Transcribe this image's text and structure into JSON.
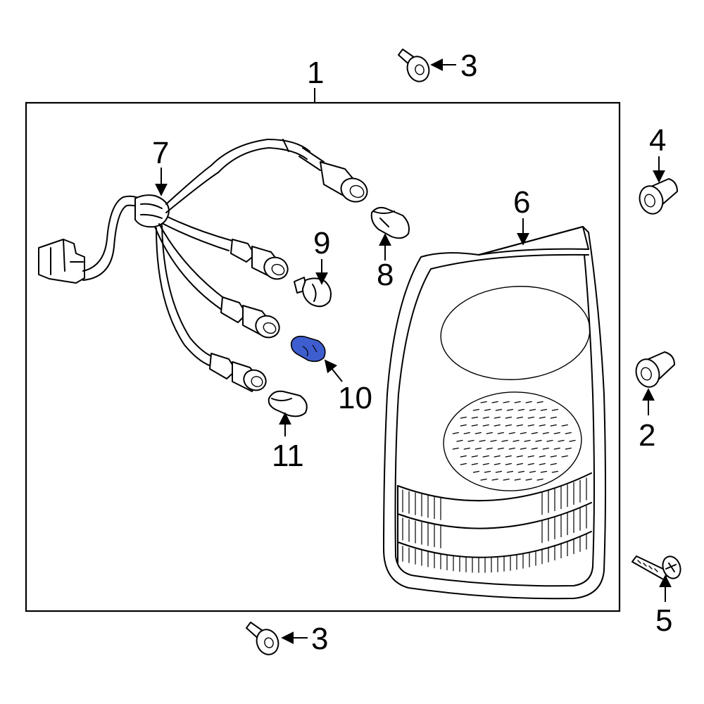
{
  "callouts": {
    "c1": "1",
    "c2": "2",
    "c3_top": "3",
    "c3_bottom": "3",
    "c4": "4",
    "c5": "5",
    "c6": "6",
    "c7": "7",
    "c8": "8",
    "c9": "9",
    "c10": "10",
    "c11": "11"
  },
  "colors": {
    "highlight": "#3e5ed0",
    "line": "#000000",
    "background": "#ffffff"
  }
}
